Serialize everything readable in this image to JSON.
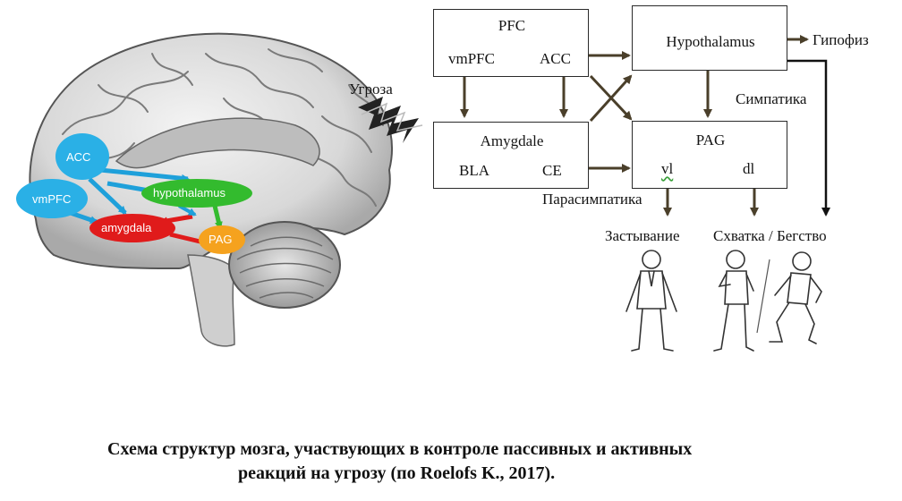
{
  "brain": {
    "acc": "ACC",
    "vmpfc": "vmPFC",
    "hypothalamus": "hypothalamus",
    "amygdala": "amygdala",
    "pag": "PAG"
  },
  "threat_label": "Угроза",
  "boxes": {
    "pfc": {
      "title": "PFC",
      "sub1": "vmPFC",
      "sub2": "ACC"
    },
    "amygdale": {
      "title": "Amygdale",
      "sub1": "BLA",
      "sub2": "CE"
    },
    "hypothalamus": {
      "title": "Hypothalamus"
    },
    "pag": {
      "title": "PAG",
      "sub1": "vl",
      "sub2": "dl"
    }
  },
  "labels": {
    "hypophysis": "Гипофиз",
    "sympathetic": "Симпатика",
    "parasympathetic": "Парасимпатика",
    "freezing": "Застывание",
    "fight_flight": "Схватка / Бегство"
  },
  "colors": {
    "arrow": "#4a3f2a",
    "blue": "#2ab0e6",
    "green": "#33bb2e",
    "red": "#e01b1b",
    "orange": "#f5a21e"
  },
  "caption": {
    "line1": "Схема структур мозга, участвующих в контроле пассивных и активных",
    "line2": "реакций на угрозу (по Roelofs K., 2017)."
  }
}
